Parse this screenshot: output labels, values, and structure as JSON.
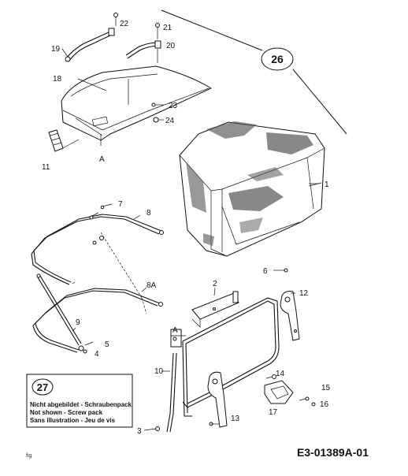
{
  "callouts": {
    "c26": "26",
    "c27": "27"
  },
  "labels": {
    "p1": "1",
    "p2": "2",
    "p3": "3",
    "p4": "4",
    "p5": "5",
    "p6": "6",
    "p7": "7",
    "p8": "8",
    "p8a": "8A",
    "p9": "9",
    "p10": "10",
    "p11": "11",
    "p12": "12",
    "p13": "13",
    "p14": "14",
    "p15": "15",
    "p16": "16",
    "p17": "17",
    "p18": "18",
    "p19": "19",
    "p20": "20",
    "p21": "21",
    "p22": "22",
    "p23": "23",
    "p24": "24",
    "a_top": "A",
    "a_mid": "A"
  },
  "note": {
    "line1": "Nicht abgebildet - Schraubenpack",
    "line2": "Not shown - Screw pack",
    "line3": "Sans illustration - Jeu de vis"
  },
  "footer": {
    "code": "E3-01389A-01",
    "small": "fig"
  }
}
